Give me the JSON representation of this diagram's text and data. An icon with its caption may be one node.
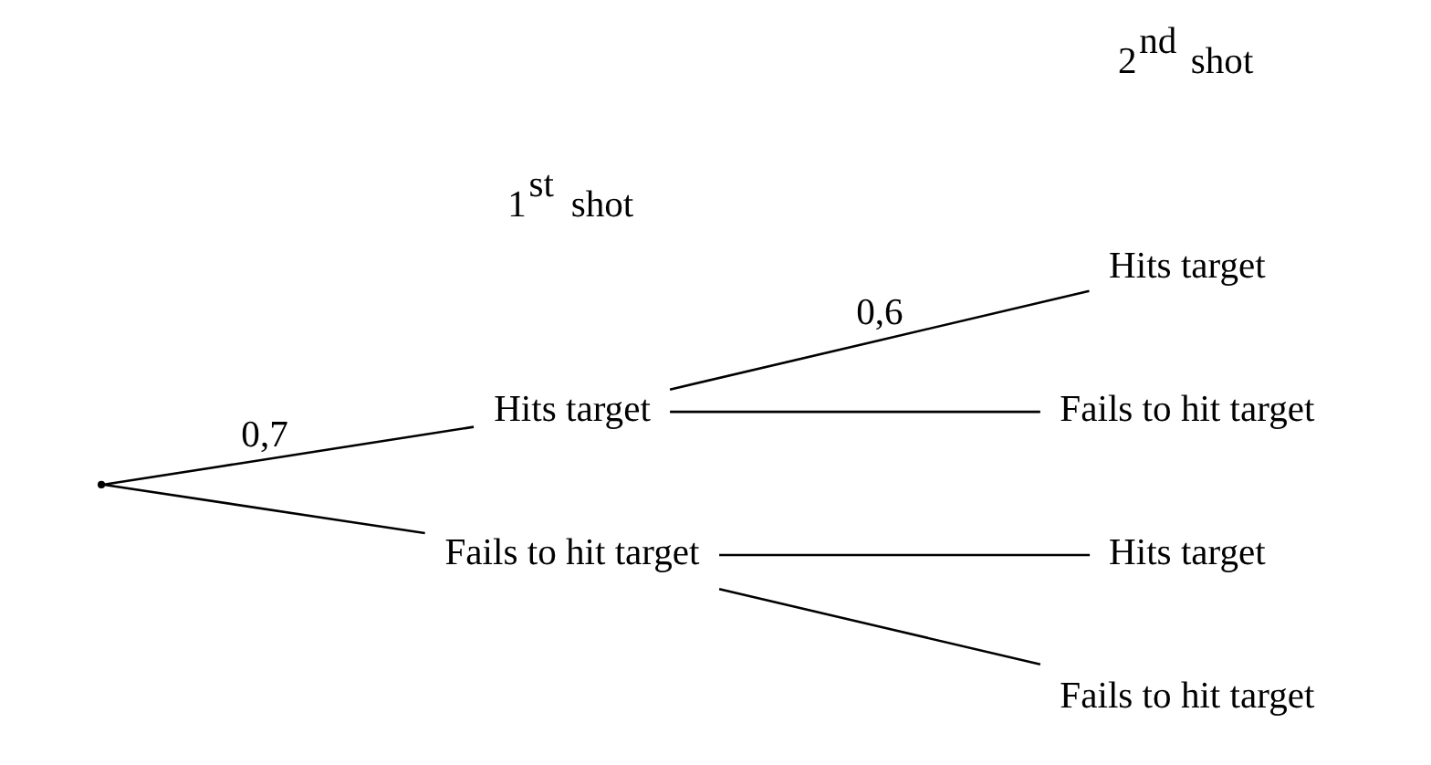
{
  "diagram": {
    "nodes": [
      {
        "text": [],
        "shape": "point"
      },
      {
        "text": [
          "Hits target"
        ]
      },
      {
        "text": [
          "Fails to hit target"
        ]
      },
      {
        "text": [
          "Hits target"
        ]
      },
      {
        "text": [
          "Fails to hit target"
        ]
      },
      {
        "text": [
          "Hits target"
        ]
      },
      {
        "text": [
          "Fails to hit target"
        ]
      }
    ],
    "edges": [
      {
        "from": 0,
        "to": 1,
        "arrow": "none",
        "label": "0,7"
      },
      {
        "from": 0,
        "to": 2,
        "arrow": "none"
      },
      {
        "from": 1,
        "to": 3,
        "arrow": "none",
        "label": "0,6"
      },
      {
        "from": 1,
        "to": 4,
        "arrow": "none"
      },
      {
        "from": 2,
        "to": 5,
        "arrow": "none"
      },
      {
        "from": 2,
        "to": 6,
        "arrow": "none"
      }
    ],
    "labels": [
      "1$^{st}$ shot",
      "2$^{nd}$ shot"
    ]
  }
}
